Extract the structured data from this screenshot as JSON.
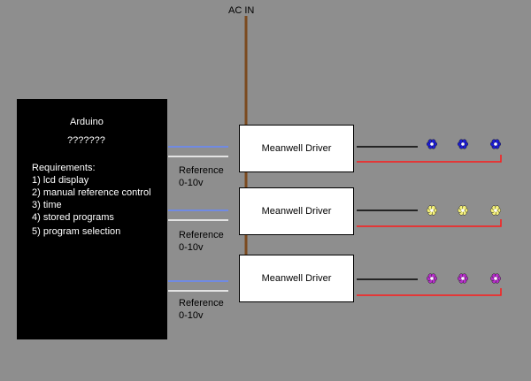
{
  "ac_label": "AC IN",
  "arduino": {
    "title": "Arduino",
    "subtitle": "???????",
    "req_header": "Requirements:",
    "requirements": [
      "1) lcd display",
      "2) manual reference control",
      "3) time",
      "4) stored programs",
      "5) program selection"
    ]
  },
  "drivers": [
    {
      "label": "Meanwell Driver",
      "ref_line1": "Reference",
      "ref_line2": "0-10v",
      "led_color": "#1b1bd6"
    },
    {
      "label": "Meanwell Driver",
      "ref_line1": "Reference",
      "ref_line2": "0-10v",
      "led_color": "#f4f07a"
    },
    {
      "label": "Meanwell Driver",
      "ref_line1": "Reference",
      "ref_line2": "0-10v",
      "led_color": "#b52ec9"
    }
  ],
  "colors": {
    "background": "#8e8e8e",
    "ac_wire": "#7b4a1f",
    "signal_wire": "#6688ff",
    "ground_wire": "#ffffff",
    "led_positive": "#ff1a1a",
    "led_negative": "#000000"
  }
}
